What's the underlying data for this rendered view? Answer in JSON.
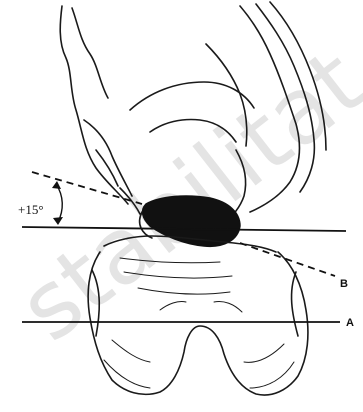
{
  "watermark": "stabilitat",
  "labels": {
    "angle": "+15°",
    "line_a": "A",
    "line_b": "B"
  }
}
